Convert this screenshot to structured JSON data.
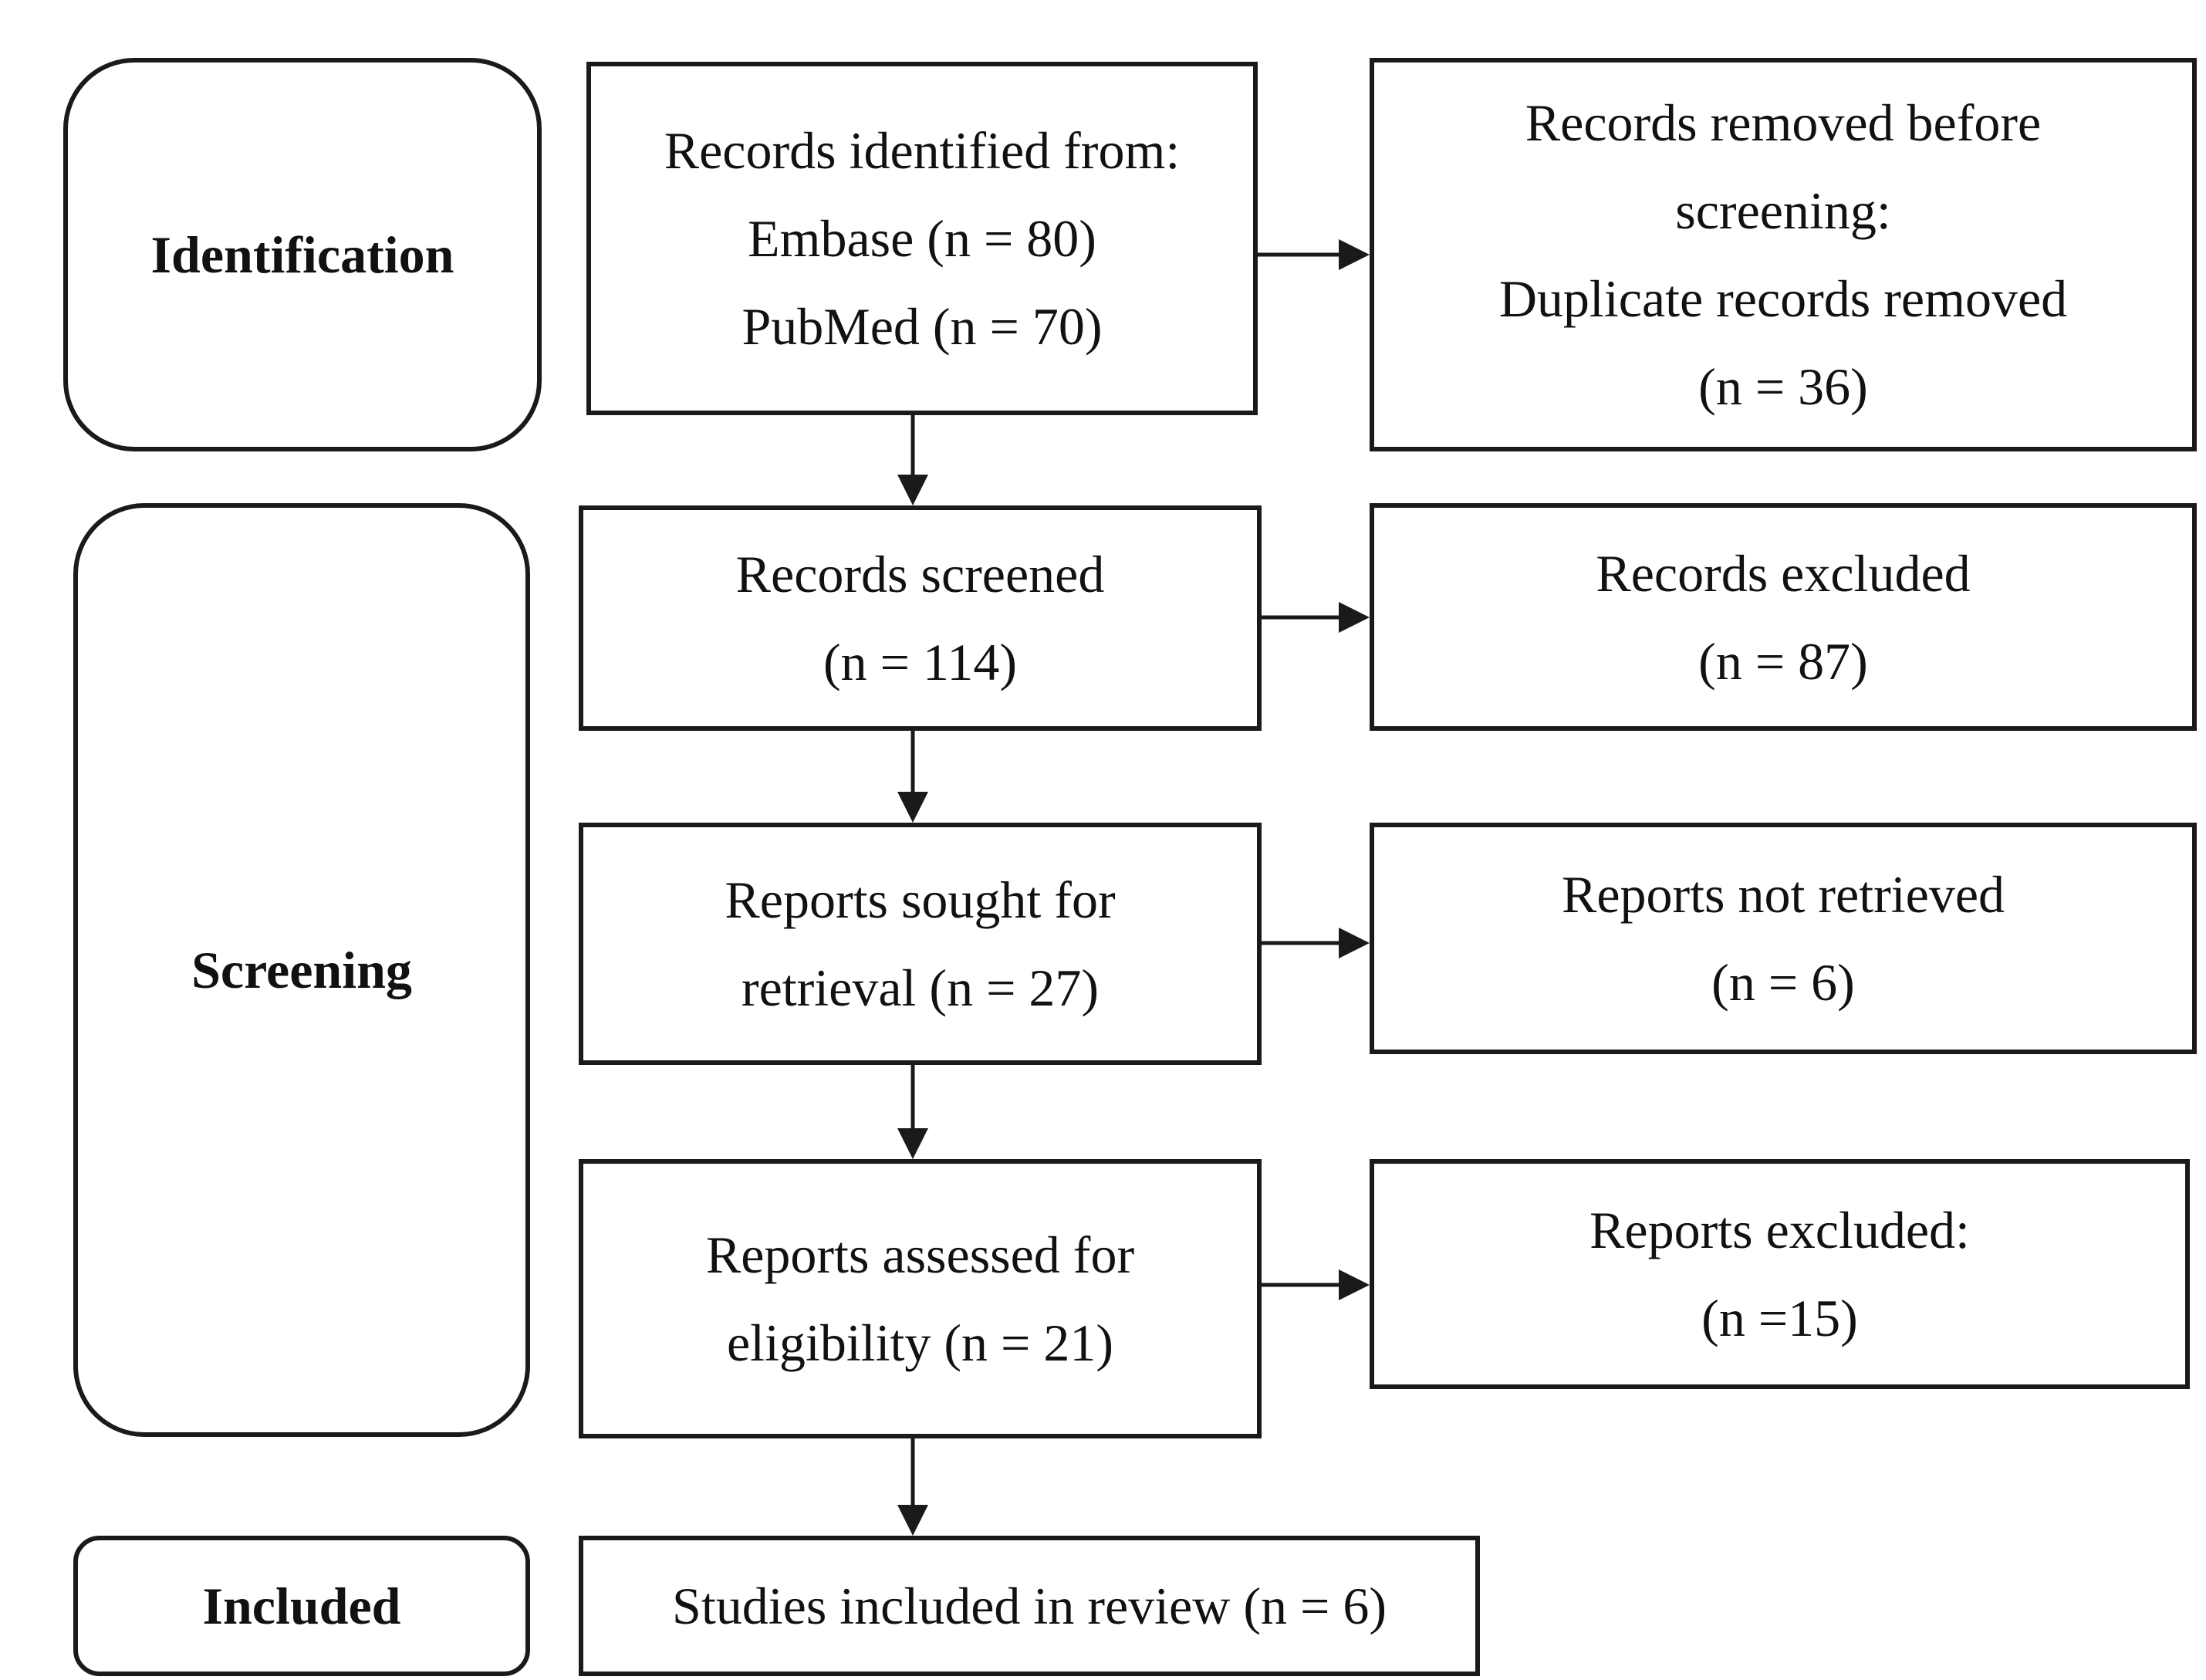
{
  "stages": {
    "identification": "Identification",
    "screening": "Screening",
    "included": "Included"
  },
  "identification": {
    "records_identified": [
      "Records identified from:",
      "Embase (n = 80)",
      "PubMed (n = 70)"
    ],
    "records_removed": [
      "Records removed before",
      "screening:",
      "Duplicate records removed",
      "(n = 36)"
    ]
  },
  "screening": {
    "records_screened": [
      "Records screened",
      "(n = 114)"
    ],
    "records_excluded": [
      "Records excluded",
      "(n = 87)"
    ],
    "reports_sought": [
      "Reports sought for",
      "retrieval (n = 27)"
    ],
    "reports_not_retrieved": [
      "Reports not retrieved",
      "(n = 6)"
    ],
    "reports_assessed": [
      "Reports assessed for",
      "eligibility (n = 21)"
    ],
    "reports_excluded": [
      "Reports excluded:",
      "(n =15)"
    ]
  },
  "included": {
    "studies_included": [
      "Studies included in review (n = 6)"
    ]
  }
}
